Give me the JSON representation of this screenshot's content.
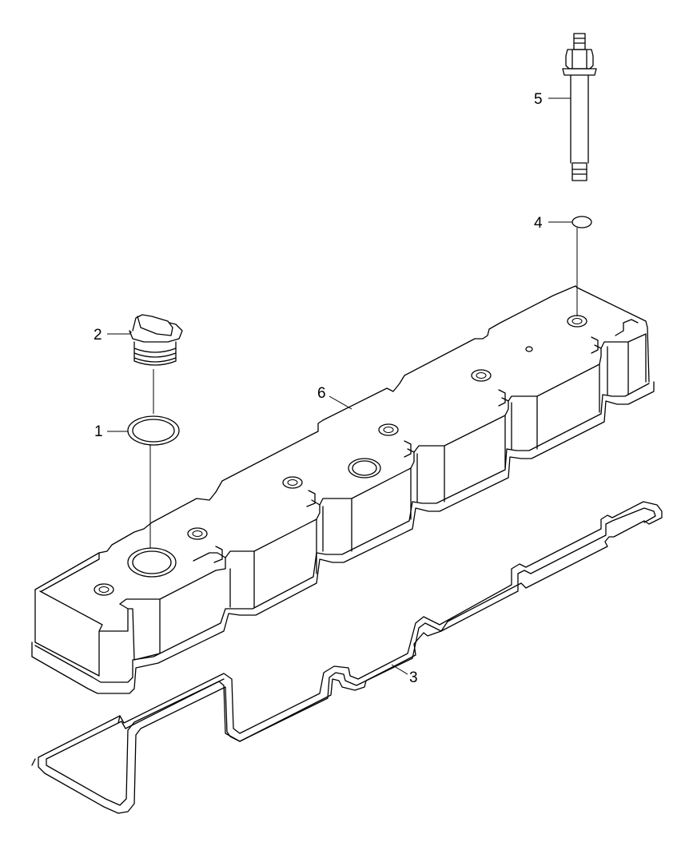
{
  "diagram": {
    "callouts": [
      {
        "id": "1",
        "label": "1",
        "part": "o-ring"
      },
      {
        "id": "2",
        "label": "2",
        "part": "oil-filler-cap"
      },
      {
        "id": "3",
        "label": "3",
        "part": "cover-gasket"
      },
      {
        "id": "4",
        "label": "4",
        "part": "sealing-washer"
      },
      {
        "id": "5",
        "label": "5",
        "part": "stud-bolt"
      },
      {
        "id": "6",
        "label": "6",
        "part": "valve-cover"
      }
    ],
    "colors": {
      "line": "#000000",
      "background": "#ffffff"
    }
  }
}
